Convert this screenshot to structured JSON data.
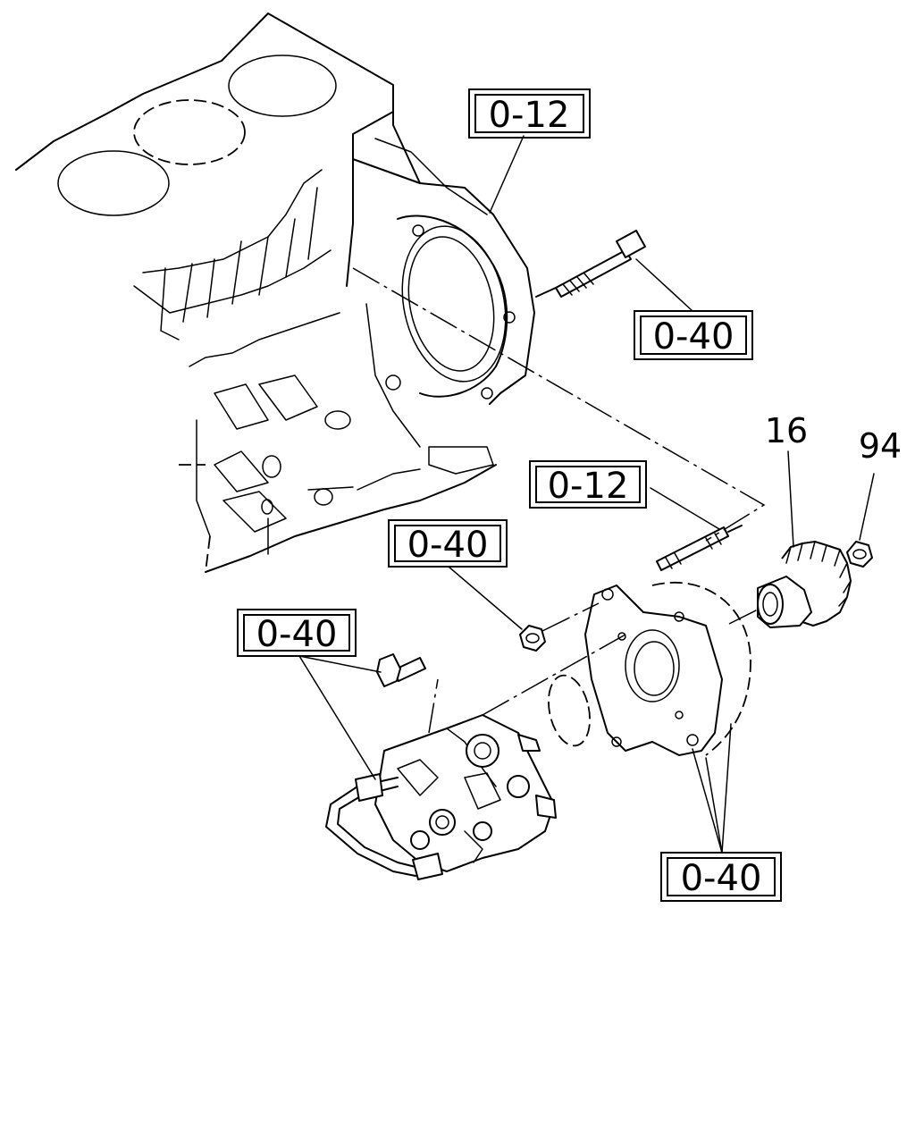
{
  "callouts": [
    {
      "id": "c1",
      "label": "0-12"
    },
    {
      "id": "c2",
      "label": "0-40"
    },
    {
      "id": "c3",
      "label": "0-12"
    },
    {
      "id": "c4",
      "label": "0-40"
    },
    {
      "id": "c5",
      "label": "0-40"
    },
    {
      "id": "c6",
      "label": "0-40"
    }
  ],
  "part_numbers": [
    {
      "id": "p16",
      "label": "16"
    },
    {
      "id": "p94",
      "label": "94"
    }
  ]
}
